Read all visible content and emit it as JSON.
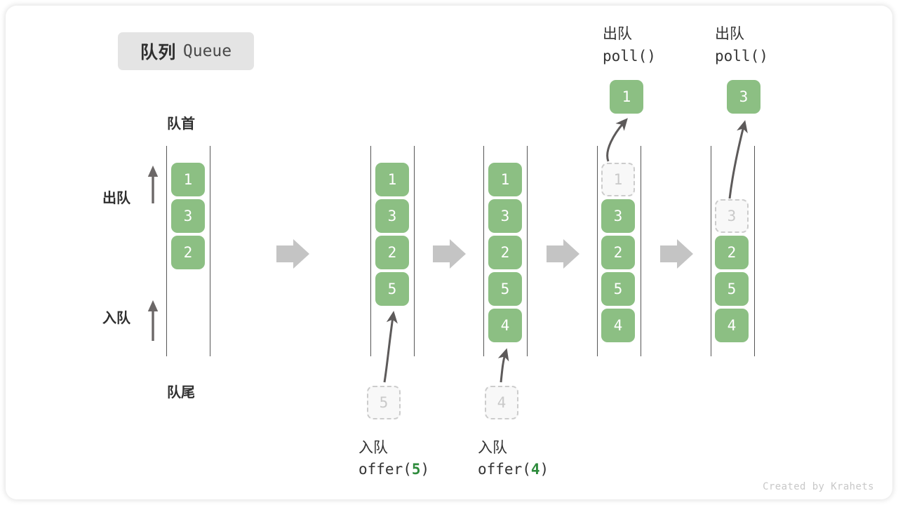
{
  "title": {
    "cn": "队列",
    "en": "Queue"
  },
  "labels": {
    "head": "队首",
    "tail": "队尾",
    "dequeue": "出队",
    "enqueue": "入队"
  },
  "colors": {
    "box_fill": "#8cbf83",
    "box_text": "#ffffff",
    "ghost_fill": "#f8f8f8",
    "ghost_border": "#cccccc",
    "ghost_text": "#c9c9c9",
    "rail": "#555555",
    "step_arrow": "#c4c4c4",
    "thin_arrow": "#5d5a5a",
    "title_chip": "#e4e4e4",
    "highlight_green": "#2e8b3c",
    "text": "#2f2f2f",
    "watermark": "#c8c8c8"
  },
  "side_arrows": [
    {
      "label": "出队",
      "direction": "up"
    },
    {
      "label": "入队",
      "direction": "up"
    }
  ],
  "step_arrows": [
    {
      "name": "step-arrow-1"
    },
    {
      "name": "step-arrow-2"
    },
    {
      "name": "step-arrow-3"
    },
    {
      "name": "step-arrow-4"
    }
  ],
  "stages": [
    {
      "id": "stage-1",
      "caption_cn": "",
      "caption_code": "",
      "cells": [
        {
          "value": "1",
          "state": "filled"
        },
        {
          "value": "3",
          "state": "filled"
        },
        {
          "value": "2",
          "state": "filled"
        }
      ],
      "incoming": null,
      "outgoing": null
    },
    {
      "id": "stage-2",
      "caption_cn": "入队",
      "caption_code": "offer(5)",
      "caption_code_pre": "offer(",
      "caption_code_arg": "5",
      "caption_code_post": ")",
      "cells": [
        {
          "value": "1",
          "state": "filled"
        },
        {
          "value": "3",
          "state": "filled"
        },
        {
          "value": "2",
          "state": "filled"
        },
        {
          "value": "5",
          "state": "filled"
        }
      ],
      "incoming": {
        "value": "5",
        "state": "ghost"
      },
      "outgoing": null
    },
    {
      "id": "stage-3",
      "caption_cn": "入队",
      "caption_code": "offer(4)",
      "caption_code_pre": "offer(",
      "caption_code_arg": "4",
      "caption_code_post": ")",
      "cells": [
        {
          "value": "1",
          "state": "filled"
        },
        {
          "value": "3",
          "state": "filled"
        },
        {
          "value": "2",
          "state": "filled"
        },
        {
          "value": "5",
          "state": "filled"
        },
        {
          "value": "4",
          "state": "filled"
        }
      ],
      "incoming": {
        "value": "4",
        "state": "ghost"
      },
      "outgoing": null
    },
    {
      "id": "stage-4",
      "caption_cn": "出队",
      "caption_code": "poll()",
      "cells": [
        {
          "value": "1",
          "state": "ghost"
        },
        {
          "value": "3",
          "state": "filled"
        },
        {
          "value": "2",
          "state": "filled"
        },
        {
          "value": "5",
          "state": "filled"
        },
        {
          "value": "4",
          "state": "filled"
        }
      ],
      "incoming": null,
      "outgoing": {
        "value": "1",
        "state": "filled"
      }
    },
    {
      "id": "stage-5",
      "caption_cn": "出队",
      "caption_code": "poll()",
      "cells": [
        {
          "value": "",
          "state": "empty"
        },
        {
          "value": "3",
          "state": "ghost"
        },
        {
          "value": "2",
          "state": "filled"
        },
        {
          "value": "5",
          "state": "filled"
        },
        {
          "value": "4",
          "state": "filled"
        }
      ],
      "incoming": null,
      "outgoing": {
        "value": "3",
        "state": "filled"
      }
    }
  ],
  "watermark": "Created by Krahets"
}
